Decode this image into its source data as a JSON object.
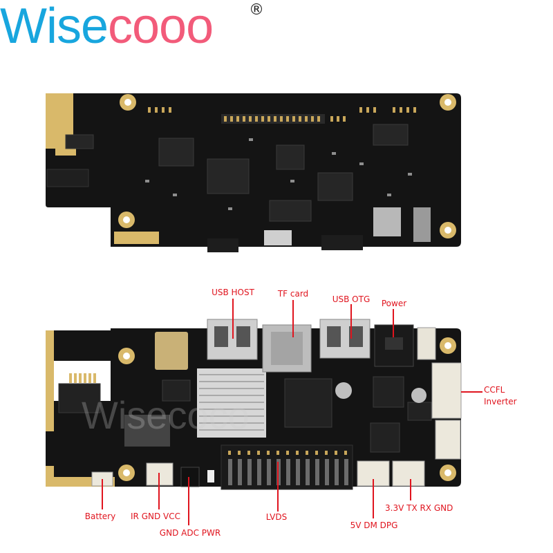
{
  "logo": {
    "part_blue": "Wise",
    "part_pink": "cooo",
    "registered": "®"
  },
  "callouts": {
    "usb_host": "USB HOST",
    "tf_card": "TF card",
    "usb_otg": "USB OTG",
    "power": "Power",
    "ccfl": "CCFL",
    "inverter": "Inverter",
    "battery": "Battery",
    "ir_gnd_vcc": "IR GND VCC",
    "gnd_adc_pwr": "GND ADC PWR",
    "lvds": "LVDS",
    "dm_dpg": "5V DM DPG",
    "tx_rx_gnd": "3.3V TX RX GND"
  },
  "colors": {
    "pcb": "#121212",
    "gold": "#d9b96a",
    "callout": "#e0141e"
  }
}
